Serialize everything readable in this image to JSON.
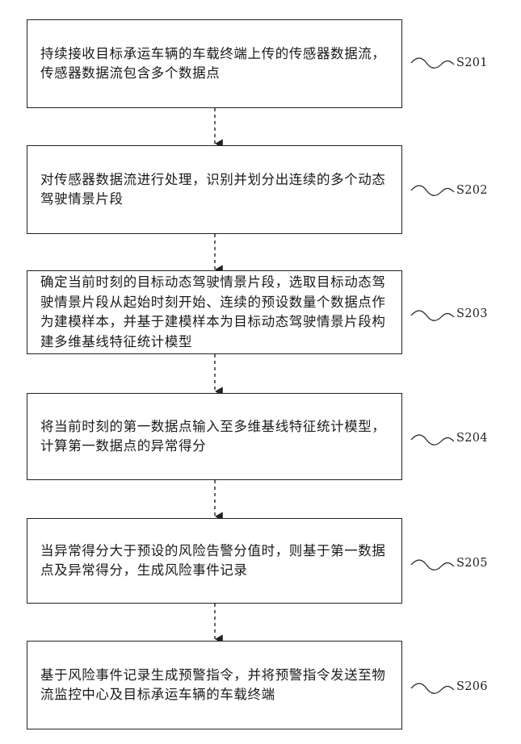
{
  "steps": [
    {
      "id": "S201",
      "text": "持续接收目标承运车辆的车载终端上传的传感器数据流，传感器数据流包含多个数据点"
    },
    {
      "id": "S202",
      "text": "对传感器数据流进行处理，识别并划分出连续的多个动态驾驶情景片段"
    },
    {
      "id": "S203",
      "text": "确定当前时刻的目标动态驾驶情景片段，选取目标动态驾驶情景片段从起始时刻开始、连续的预设数量个数据点作为建模样本，并基于建模样本为目标动态驾驶情景片段构建多维基线特征统计模型"
    },
    {
      "id": "S204",
      "text": "将当前时刻的第一数据点输入至多维基线特征统计模型，计算第一数据点的异常得分"
    },
    {
      "id": "S205",
      "text": "当异常得分大于预设的风险告警分值时，则基于第一数据点及异常得分，生成风险事件记录"
    },
    {
      "id": "S206",
      "text": "基于风险事件记录生成预警指令，并将预警指令发送至物流监控中心及目标承运车辆的车载终端"
    }
  ]
}
